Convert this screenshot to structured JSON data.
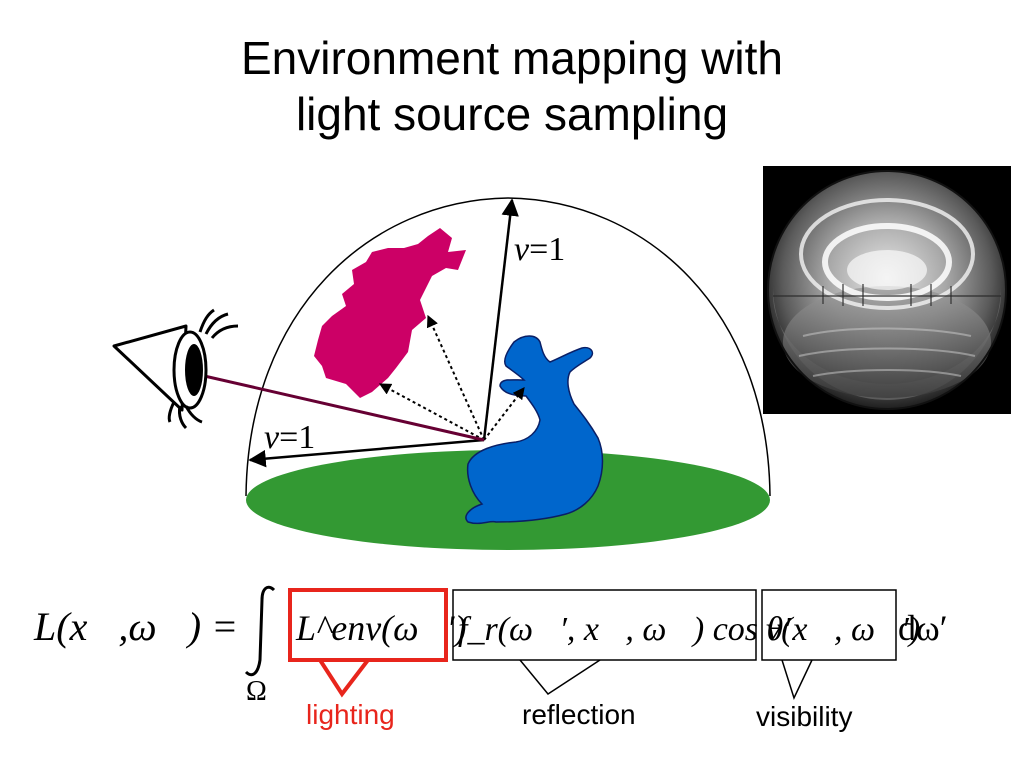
{
  "title": {
    "line1": "Environment mapping with",
    "line2": "light source sampling"
  },
  "diagram": {
    "visibility_label_top": "=1",
    "visibility_label_left": "=1",
    "visibility_var": "v"
  },
  "equation": {
    "lhs": "L(x⃗,ω⃗) =",
    "integral_domain": "Ω",
    "lighting_term": "L^env(ω⃗′)",
    "reflection_term": "f_r(ω⃗′, x⃗, ω⃗) cos θ′",
    "visibility_term": "v(x⃗, ω⃗′)",
    "differential": "dω′"
  },
  "labels": {
    "lighting": "lighting",
    "reflection": "reflection",
    "visibility": "visibility"
  },
  "colors": {
    "lighting_box": "#e8251c",
    "light_source": "#cc0066",
    "bunny": "#0066cc",
    "ground": "#339933",
    "view_ray": "#660033"
  }
}
